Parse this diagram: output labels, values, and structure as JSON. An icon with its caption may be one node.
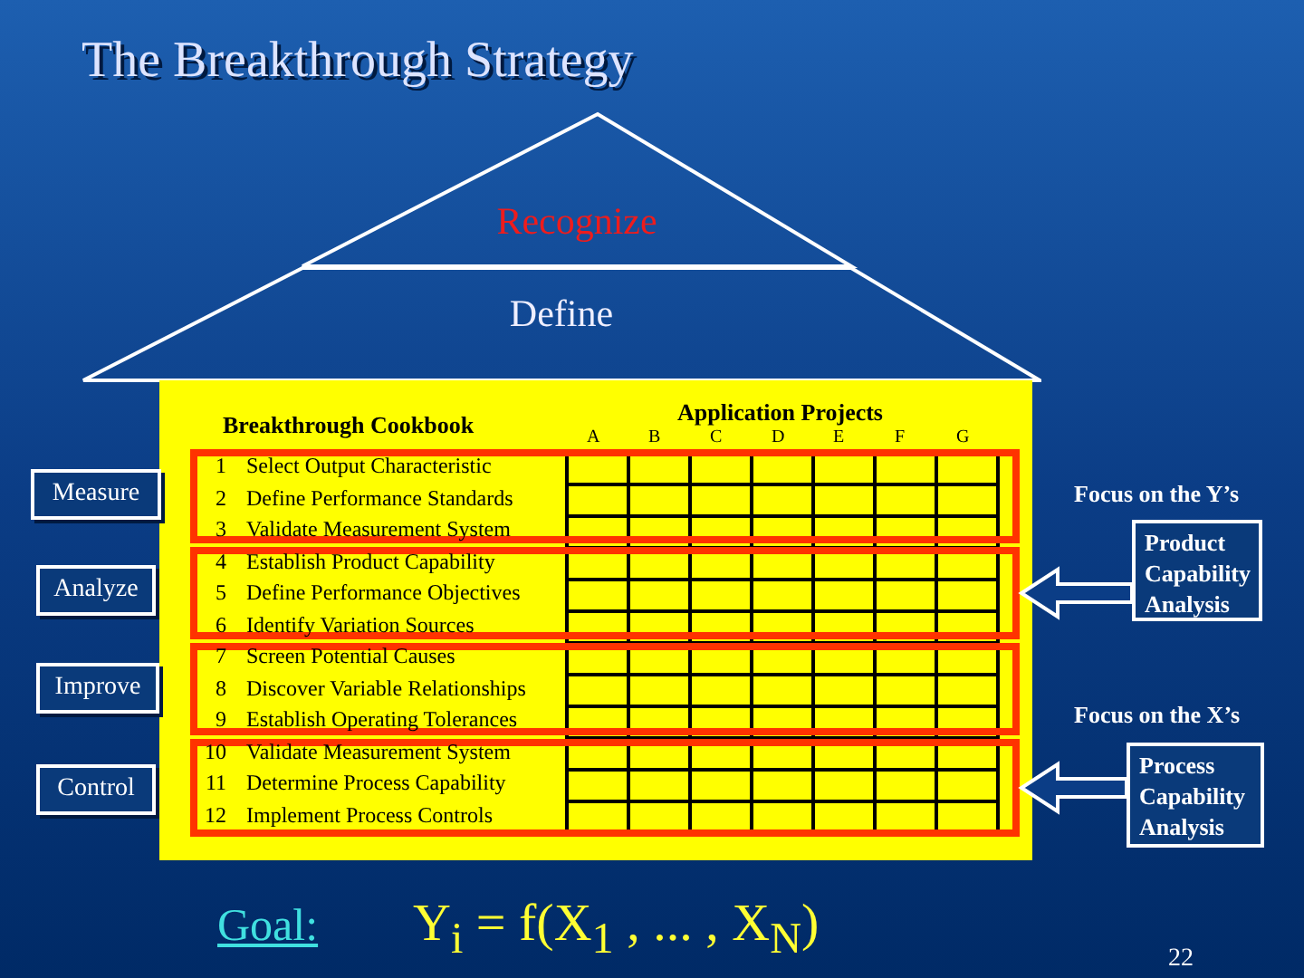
{
  "diagram": {
    "title": "The Breakthrough Strategy",
    "nodes": [
      {
        "text": [
          "Recognize"
        ]
      },
      {
        "text": [
          "Define"
        ]
      },
      {
        "text": [
          "Measure"
        ]
      },
      {
        "text": [
          "Analyze"
        ]
      },
      {
        "text": [
          "Improve"
        ]
      },
      {
        "text": [
          "Control"
        ]
      },
      {
        "text": [],
        "shape": "box",
        "in": 1
      },
      {
        "text": [],
        "shape": "box",
        "in": 1
      },
      {
        "text": [],
        "shape": "box",
        "in": 1
      },
      {
        "text": [],
        "shape": "box",
        "in": 1
      },
      {
        "text": [
          "Product Capability Analysis"
        ]
      },
      {
        "text": [
          "Process Capability Analysis"
        ]
      }
    ],
    "edges": [
      {
        "from": 10,
        "to": 7,
        "arrow": "to"
      },
      {
        "from": 11,
        "to": 9,
        "arrow": "to"
      }
    ],
    "labels": [
      "Breakthrough Cookbook",
      "Application Projects",
      "A",
      "B",
      "C",
      "D",
      "E",
      "F",
      "G",
      "1",
      "Select Output Characteristic",
      "2",
      "Define Performance Standards",
      "3",
      "Validate Measurement System",
      "4",
      "Establish Product Capability",
      "5",
      "Define Performance Objectives",
      "6",
      "Identify Variation Sources",
      "7",
      "Screen Potential Causes",
      "8",
      "Discover Variable Relationships",
      "9",
      "Establish Operating Tolerances",
      "10",
      "Validate Measurement System",
      "11",
      "Determine Process Capability",
      "12",
      "Implement Process Controls",
      "Focus on the Y’s",
      "Focus on the X’s",
      "Goal:",
      "Y$_{i}$ = f(X$_{1}$ , ... , X$_{N}$)",
      "22"
    ]
  }
}
